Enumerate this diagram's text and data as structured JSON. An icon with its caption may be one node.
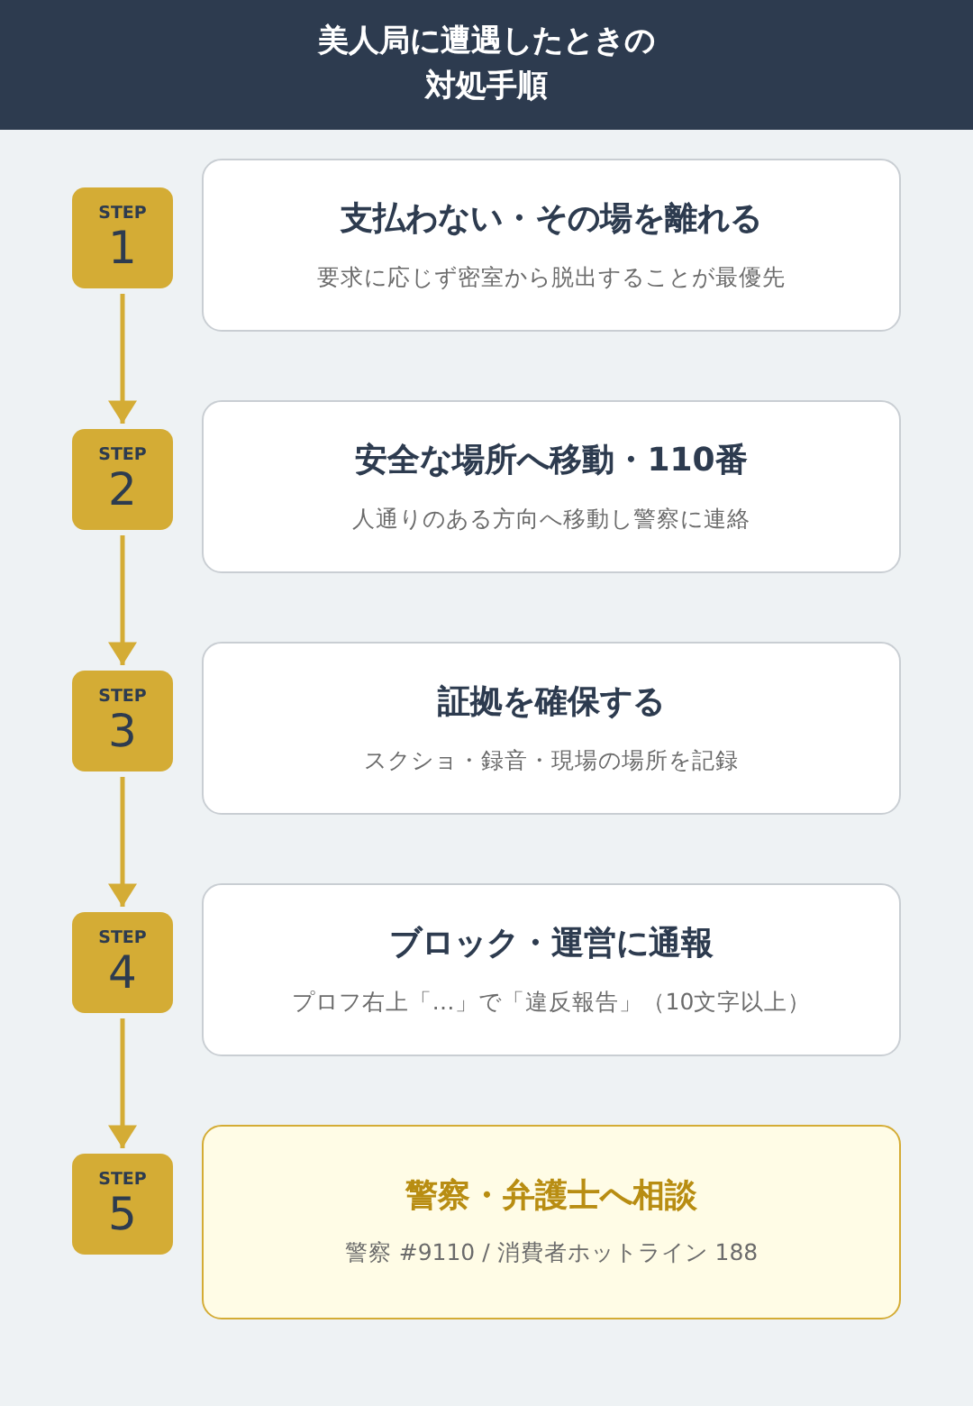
{
  "diagram": {
    "title": "美人局に遭遇したときの対処手順",
    "nodes": [
      {
        "text": [
          "STEP",
          "1"
        ]
      },
      {
        "text": [
          "支払わない・その場を離れる",
          "要求に応じず密室から脱出することが最優先"
        ]
      },
      {
        "text": [
          "STEP",
          "2"
        ]
      },
      {
        "text": [
          "安全な場所へ移動・110番",
          "人通りのある方向へ移動し警察に連絡"
        ]
      },
      {
        "text": [
          "STEP",
          "3"
        ]
      },
      {
        "text": [
          "証拠を確保する",
          "スクショ・録音・現場の場所を記録"
        ]
      },
      {
        "text": [
          "STEP",
          "4"
        ]
      },
      {
        "text": [
          "ブロック・運営に通報",
          "プロフ右上「…」で「違反報告」（10文字以上）"
        ]
      },
      {
        "text": [
          "STEP",
          "5"
        ]
      },
      {
        "text": [
          "警察・弁護士へ相談",
          "警察 #9110 / 消費者ホットライン 188"
        ]
      }
    ],
    "edges": [
      {
        "from": 0,
        "to": 2,
        "arrow": "to"
      },
      {
        "from": 2,
        "to": 4,
        "arrow": "to"
      },
      {
        "from": 4,
        "to": 6,
        "arrow": "to"
      },
      {
        "from": 6,
        "to": 8,
        "arrow": "to"
      }
    ]
  }
}
